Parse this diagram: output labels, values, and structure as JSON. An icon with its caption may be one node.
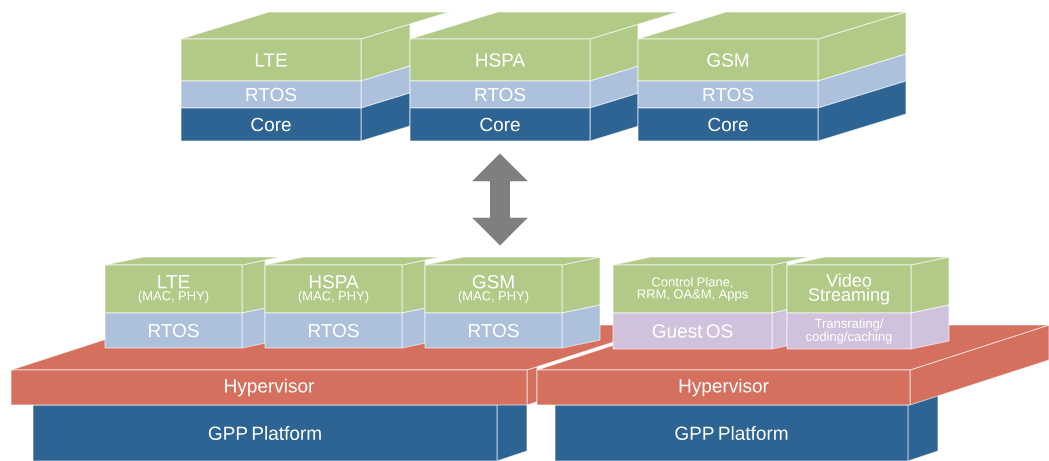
{
  "diagram": {
    "nodes": [
      {
        "text": [
          "LTE"
        ]
      },
      {
        "text": [
          "RTOS"
        ]
      },
      {
        "text": [
          "Core"
        ]
      },
      {
        "text": [
          "HSPA"
        ]
      },
      {
        "text": [
          "RTOS"
        ]
      },
      {
        "text": [
          "Core"
        ]
      },
      {
        "text": [
          "GSM"
        ]
      },
      {
        "text": [
          "RTOS"
        ]
      },
      {
        "text": [
          "Core"
        ]
      },
      {
        "text": [
          "LTE",
          "(MAC, PHY)"
        ]
      },
      {
        "text": [
          "RTOS"
        ]
      },
      {
        "text": [
          "HSPA",
          "(MAC, PHY)"
        ]
      },
      {
        "text": [
          "RTOS"
        ]
      },
      {
        "text": [
          "GSM",
          "(MAC, PHY)"
        ]
      },
      {
        "text": [
          "RTOS"
        ]
      },
      {
        "text": [
          "Control Plane, RRM, OA&M, Apps"
        ]
      },
      {
        "text": [
          "Guest OS"
        ]
      },
      {
        "text": [
          "Video Streaming"
        ]
      },
      {
        "text": [
          "Transrating/ coding/caching"
        ]
      },
      {
        "text": [
          "Hypervisor"
        ]
      },
      {
        "text": [
          "Hypervisor"
        ]
      },
      {
        "text": [
          "GPP Platform"
        ]
      },
      {
        "text": [
          "GPP Platform"
        ]
      }
    ],
    "edges": [
      {
        "from": 5,
        "to": 13,
        "arrow": "both"
      }
    ]
  }
}
